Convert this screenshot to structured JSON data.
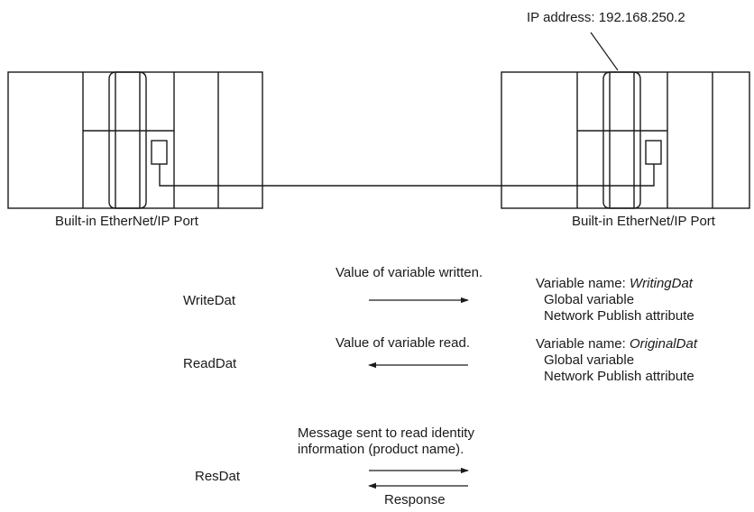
{
  "ip_label": "IP address: 192.168.250.2",
  "left_port_label": "Built-in EtherNet/IP Port",
  "right_port_label": "Built-in EtherNet/IP Port",
  "rows": [
    {
      "source": "WriteDat",
      "caption": "Value of variable written.",
      "direction": "right",
      "var_prefix": "Variable name: ",
      "var_name": "WritingDat",
      "var_line2": "Global variable",
      "var_line3": "Network Publish attribute"
    },
    {
      "source": "ReadDat",
      "caption": "Value of variable read.",
      "direction": "left",
      "var_prefix": "Variable name: ",
      "var_name": "OriginalDat",
      "var_line2": "Global variable",
      "var_line3": "Network Publish attribute"
    },
    {
      "source": "ResDat",
      "caption_line1": "Message sent to read identity",
      "caption_line2": "information (product name).",
      "response": "Response"
    }
  ]
}
